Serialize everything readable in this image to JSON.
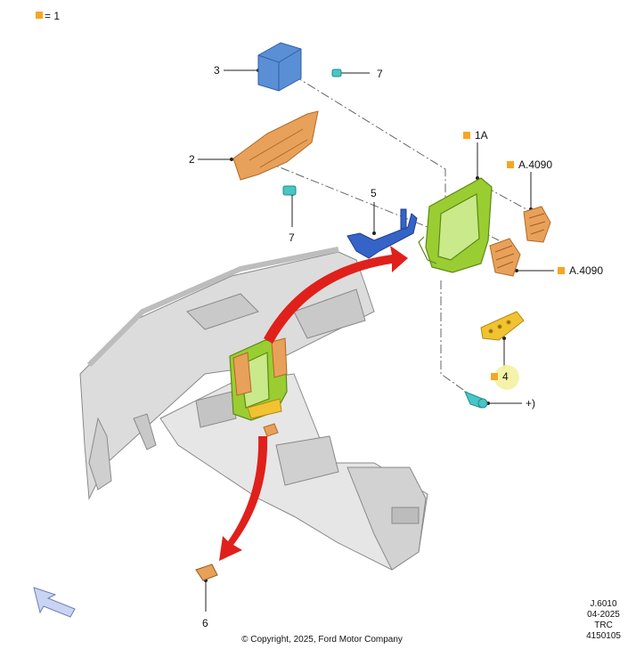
{
  "legend": {
    "equals_text": "= 1",
    "color": "#f5a623"
  },
  "callouts": {
    "c1a": "1A",
    "c2": "2",
    "c3": "3",
    "c4": "4",
    "c5": "5",
    "c6": "6",
    "c7_top": "7",
    "c7_mid": "7",
    "a4090_upper": "A.4090",
    "a4090_lower": "A.4090",
    "fastener_note": "+)"
  },
  "reference": {
    "line1": "J.6010",
    "line2": "04-2025",
    "line3": "TRC",
    "line4": "4150105"
  },
  "copyright": "© Copyright, 2025, Ford Motor Company",
  "colors": {
    "bracket_green": "#9acd32",
    "part_orange": "#e8a15a",
    "part_blue": "#5a8fd6",
    "arrow_red": "#e0201b",
    "clip_cyan": "#48c6c6",
    "highlight_yellow": "#f3f2a0"
  },
  "icons": [
    "view-direction-arrow-icon",
    "curved-red-arrow-icon"
  ]
}
